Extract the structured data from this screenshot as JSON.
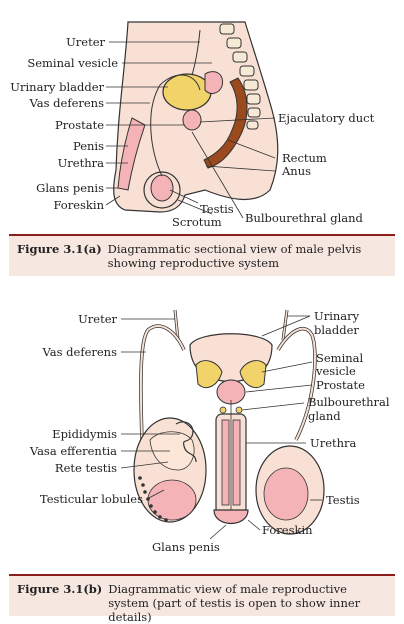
{
  "figure_a": {
    "labels": {
      "ureter": "Ureter",
      "seminal_vesicle": "Seminal vesicle",
      "urinary_bladder": "Urinary bladder",
      "vas_deferens": "Vas deferens",
      "prostate": "Prostate",
      "penis": "Penis",
      "urethra": "Urethra",
      "glans_penis": "Glans penis",
      "foreskin": "Foreskin",
      "ejaculatory_duct": "Ejaculatory duct",
      "rectum": "Rectum",
      "anus": "Anus",
      "testis": "Testis",
      "scrotum": "Scrotum",
      "bulbourethral_gland": "Bulbourethral gland"
    },
    "caption_label": "Figure 3.1(a)",
    "caption_text": "Diagrammatic sectional view of male pelvis showing reproductive system"
  },
  "figure_b": {
    "labels": {
      "ureter": "Ureter",
      "urinary_bladder_1": "Urinary",
      "urinary_bladder_2": "bladder",
      "vas_deferens": "Vas deferens",
      "seminal_vesicle_1": "Seminal",
      "seminal_vesicle_2": "vesicle",
      "prostate": "Prostate",
      "bulbourethral_gland_1": "Bulbourethral",
      "bulbourethral_gland_2": "gland",
      "epididymis": "Epididymis",
      "urethra": "Urethra",
      "vasa_efferentia": "Vasa efferentia",
      "rete_testis": "Rete testis",
      "testicular_lobules": "Testicular lobules",
      "testis": "Testis",
      "foreskin": "Foreskin",
      "glans_penis": "Glans penis"
    },
    "caption_label": "Figure 3.1(b)",
    "caption_text": "Diagrammatic view of male reproductive system (part of testis is open to show inner details)"
  },
  "colors": {
    "tissue": "#f8e1d4",
    "bladder": "#f1d36a",
    "organ_pink": "#f3b3b7",
    "rectum_brown": "#9b4a1e",
    "vertebra": "#f6ead7",
    "line": "#333333",
    "caption_bg": "#f7e7e1",
    "caption_border": "#8c1d1d"
  }
}
